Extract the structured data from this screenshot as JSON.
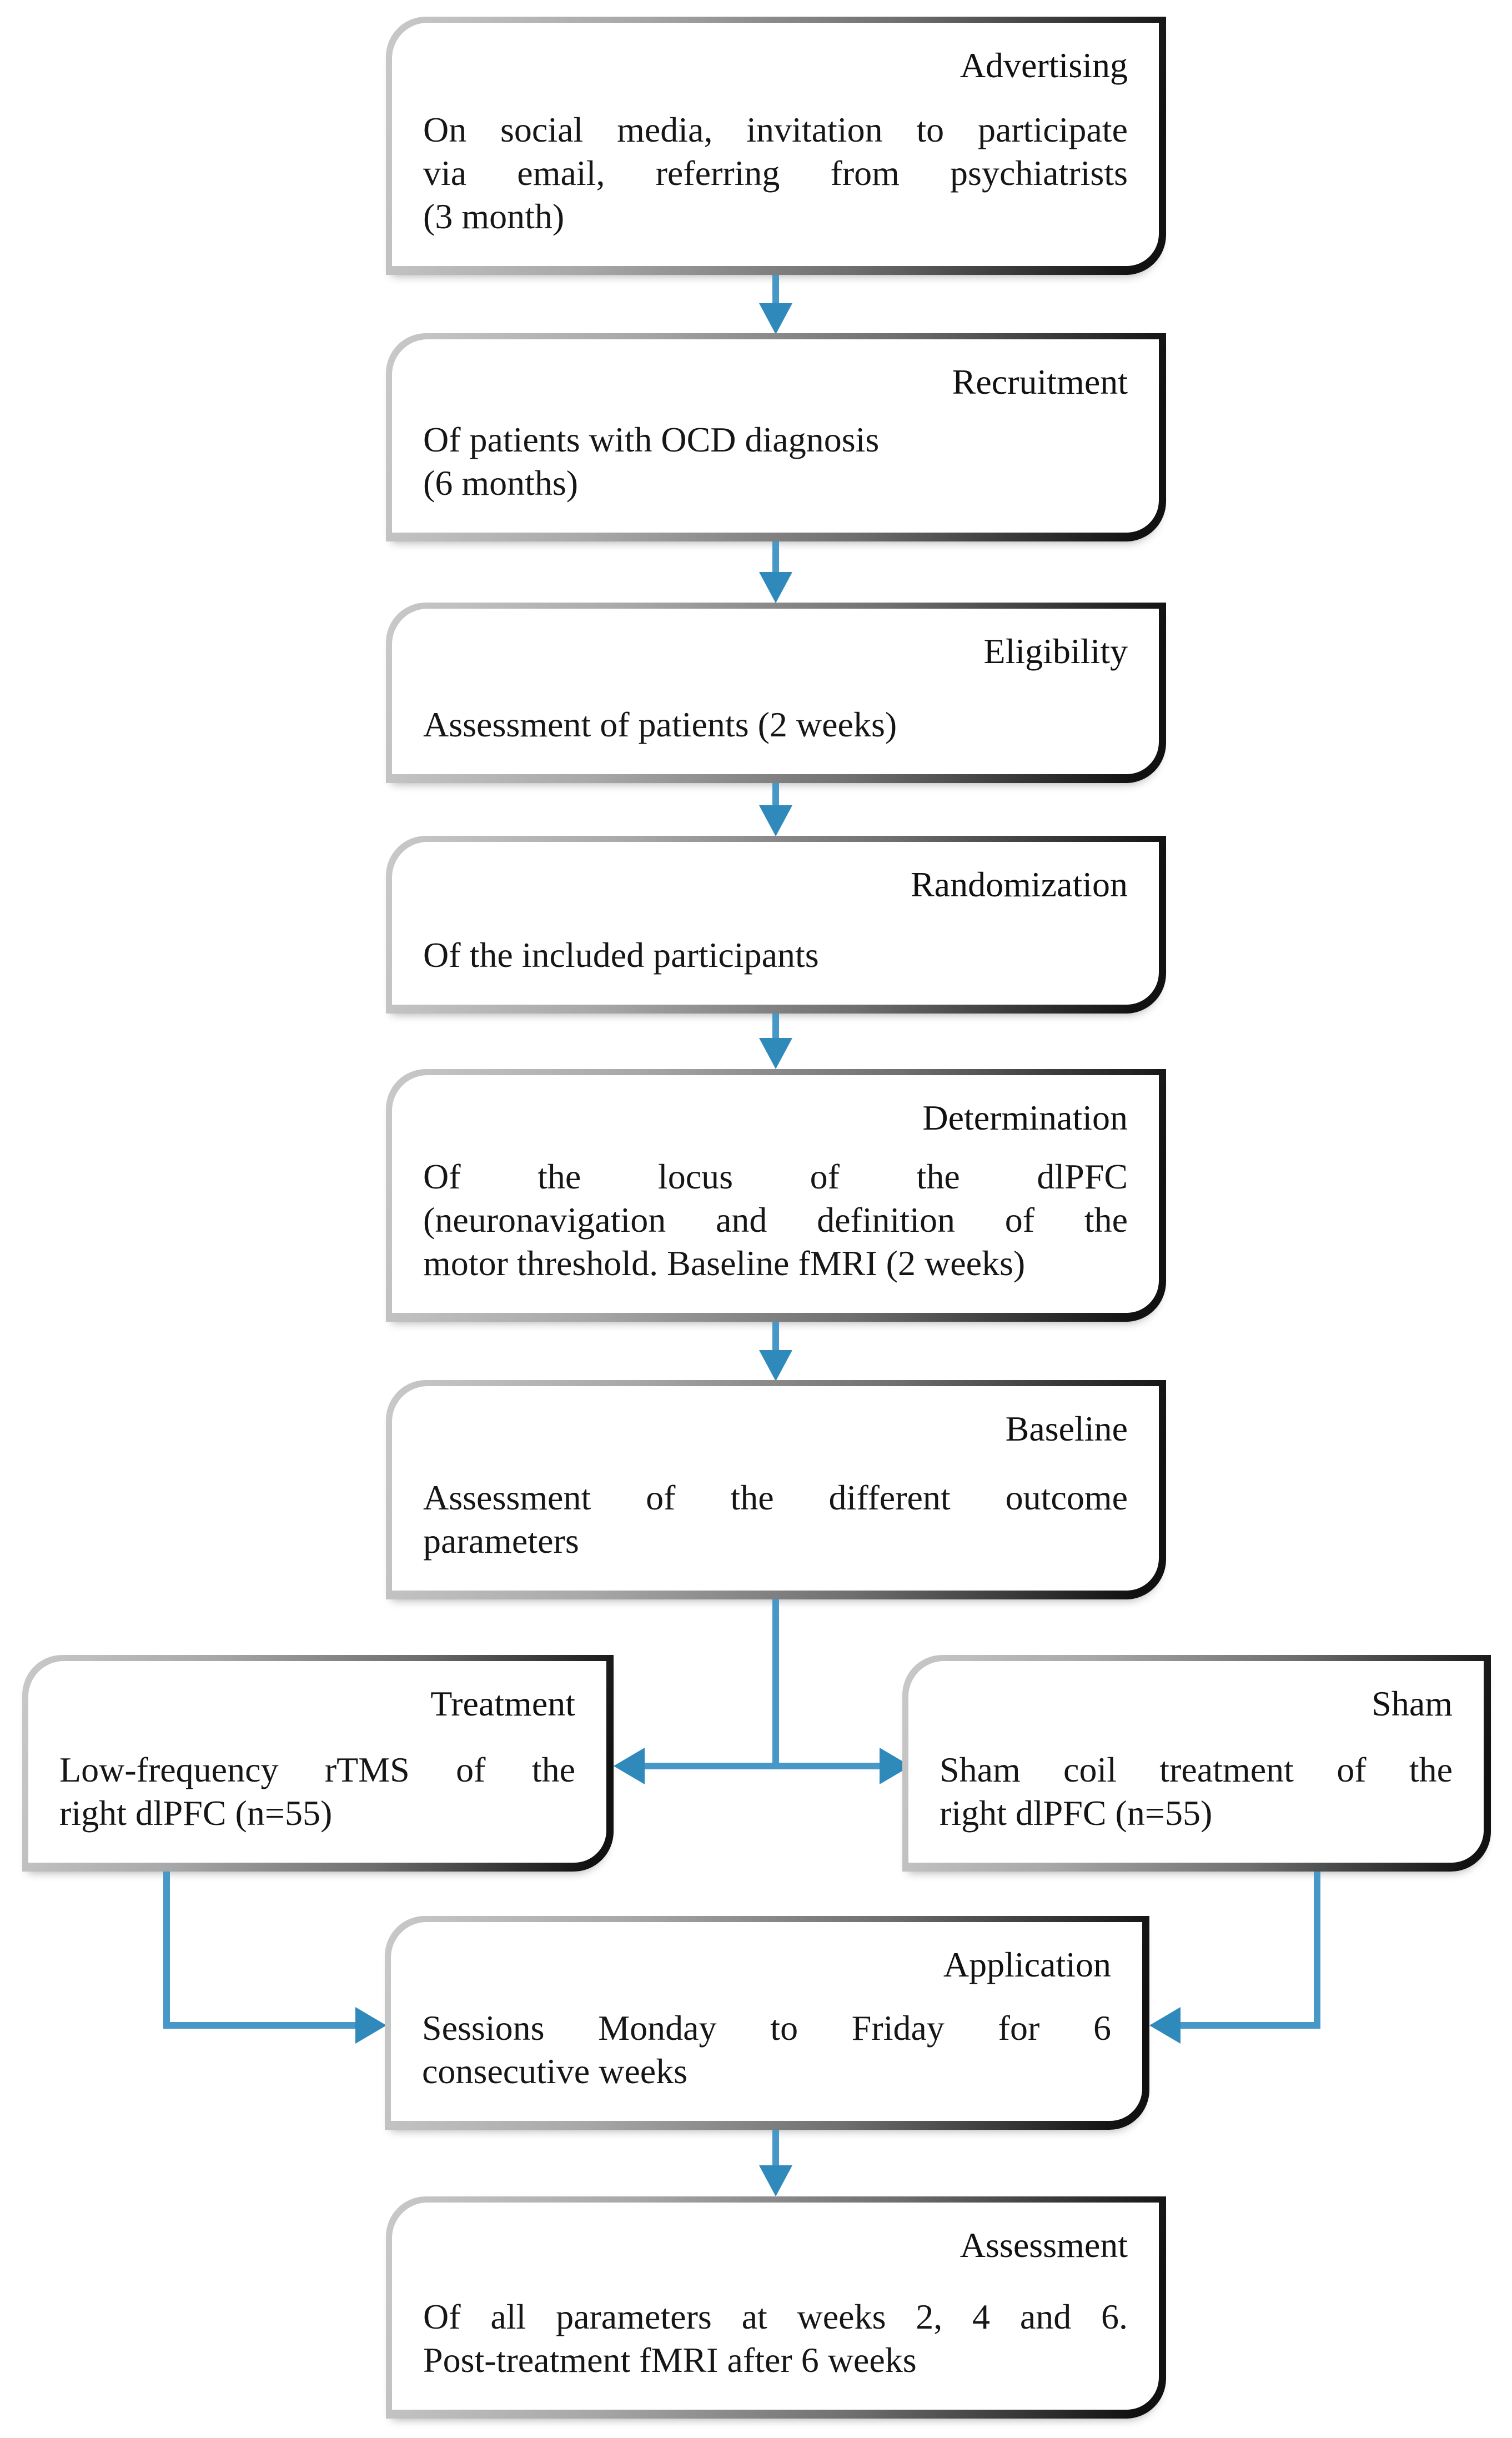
{
  "diagram": {
    "type": "flowchart",
    "colors": {
      "arrow": "#4798c6",
      "arrowhead": "#2f89ba",
      "border_gradient_light": "#c9c9c9",
      "border_gradient_dark": "#111111",
      "box_fill": "#ffffff",
      "text": "#161616",
      "background": "#ffffff"
    },
    "boxes": [
      {
        "id": "advertising",
        "title": "Advertising",
        "lines": [
          "On social media, invitation to participate",
          "via email, referring from psychiatrists",
          "(3 month)"
        ]
      },
      {
        "id": "recruitment",
        "title": "Recruitment",
        "lines": [
          "Of patients with OCD diagnosis",
          "(6 months)"
        ]
      },
      {
        "id": "eligibility",
        "title": "Eligibility",
        "lines": [
          "Assessment of patients (2 weeks)"
        ]
      },
      {
        "id": "randomization",
        "title": "Randomization",
        "lines": [
          "Of the included participants"
        ]
      },
      {
        "id": "determination",
        "title": "Determination",
        "lines": [
          "Of the locus of the dlPFC",
          "(neuronavigation and definition of the",
          "motor threshold. Baseline fMRI (2 weeks)"
        ]
      },
      {
        "id": "baseline",
        "title": "Baseline",
        "lines": [
          "Assessment of the different outcome",
          "parameters"
        ]
      },
      {
        "id": "treatment",
        "title": "Treatment",
        "lines": [
          "Low-frequency rTMS of the",
          "right dlPFC (n=55)"
        ]
      },
      {
        "id": "sham",
        "title": "Sham",
        "lines": [
          "Sham coil treatment of the",
          "right dlPFC (n=55)"
        ]
      },
      {
        "id": "application",
        "title": "Application",
        "lines": [
          "Sessions Monday to Friday for 6",
          "consecutive weeks"
        ]
      },
      {
        "id": "assessment",
        "title": "Assessment",
        "lines": [
          "Of all parameters at weeks 2, 4 and 6.",
          "Post-treatment fMRI after 6 weeks"
        ]
      }
    ],
    "edges": [
      "advertising->recruitment",
      "recruitment->eligibility",
      "eligibility->randomization",
      "randomization->determination",
      "determination->baseline",
      "baseline->treatment",
      "baseline->sham",
      "treatment->application",
      "sham->application",
      "application->assessment"
    ]
  }
}
